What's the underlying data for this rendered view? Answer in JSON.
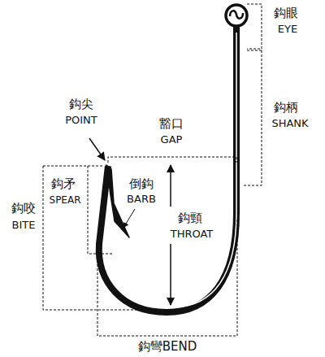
{
  "diagram": {
    "labels": [
      "鈎眼",
      "EYE",
      "鈎柄",
      "SHANK",
      "鈎尖",
      "POINT",
      "豁口",
      "GAP",
      "倒鈎",
      "BARB",
      "鈎頸",
      "THROAT",
      "鈎矛",
      "SPEAR",
      "鈎咬",
      "BITE",
      "鈎彎BEND"
    ]
  }
}
